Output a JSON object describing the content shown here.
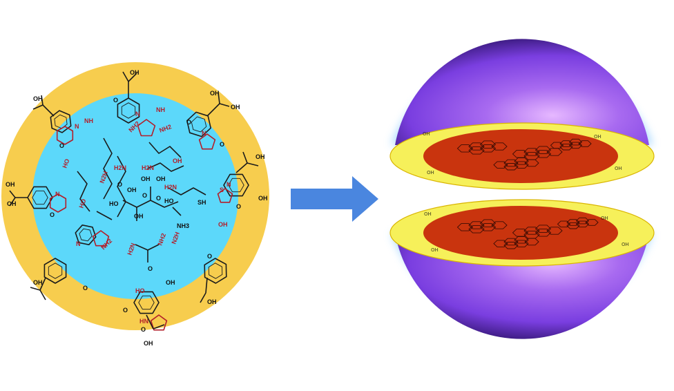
{
  "colors": {
    "shell": "#f7cd4e",
    "core": "#5cd8fa",
    "arrow": "#4a86df",
    "sphere": "#9a5df0",
    "disc_ring": "#f6f05a",
    "disc_core": "#c9340e",
    "bond": "#1b1b1b",
    "hetero": "#b21e2a"
  },
  "icons": {
    "arrow": "right-arrow-icon"
  },
  "nanoparticle": {
    "outer_groups": [
      "OH",
      "OH",
      "OH",
      "OH",
      "OH",
      "OH",
      "OH",
      "OH",
      "OH",
      "OH",
      "OH",
      "OH"
    ],
    "outer_carbonyl": [
      "O",
      "O",
      "O",
      "O",
      "O",
      "O",
      "O",
      "O",
      "O",
      "O"
    ],
    "ring_nitrogens": [
      "N",
      "N",
      "N",
      "N",
      "N",
      "N",
      "NH",
      "NH"
    ],
    "ring_other": [
      "S",
      "HN"
    ],
    "inner_amines": [
      "H2N",
      "H2N",
      "NH2",
      "NH2",
      "H2N",
      "N2H",
      "N2H",
      "NH2"
    ],
    "inner_alcohols": [
      "HO",
      "OH",
      "HO",
      "OH",
      "HO"
    ],
    "inner_citric": [
      "HO",
      "OH",
      "OH",
      "HO",
      "OH",
      "OH",
      "O",
      "O",
      "O"
    ],
    "inner_thiol": "SH",
    "ammonia": "NH3",
    "urea": [
      "H2N",
      "NH2",
      "O"
    ]
  },
  "carbon_dot": {
    "ring_groups": [
      "OH",
      "OH",
      "OH",
      "OH",
      "OH",
      "OH",
      "OH",
      "OH"
    ]
  }
}
